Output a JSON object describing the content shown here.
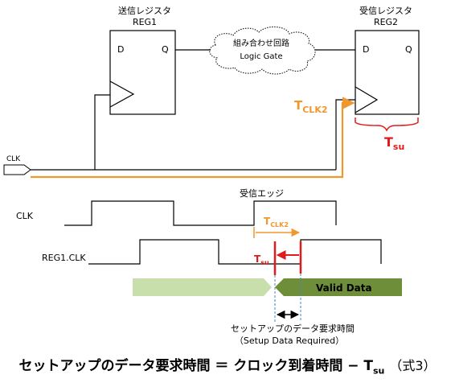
{
  "colors": {
    "accent_orange": "#F0972E",
    "accent_red": "#E01B1B",
    "valid_dark": "#6F8E3A",
    "invalid_light": "#C8DEAB",
    "line": "#000000",
    "dashed_guide": "#4A86C8"
  },
  "reg1": {
    "title_jp": "送信レジスタ",
    "name": "REG1",
    "d_pin": "D",
    "q_pin": "Q"
  },
  "reg2": {
    "title_jp": "受信レジスタ",
    "name": "REG2",
    "d_pin": "D",
    "q_pin": "Q"
  },
  "logic": {
    "line1": "組み合わせ回路",
    "line2": "Logic Gate"
  },
  "clk_input_label": "CLK",
  "labels": {
    "tclk2_main": "T",
    "tclk2_sub": "CLK2",
    "tsu_main": "T",
    "tsu_sub": "su"
  },
  "timing": {
    "edge_label": "受信エッジ",
    "clk_label": "CLK",
    "reg1clk_label": "REG1.CLK",
    "tclk2_main": "T",
    "tclk2_sub": "CLK2",
    "tsu_main": "T",
    "tsu_sub": "su",
    "valid_data": "Valid Data",
    "req_line1": "セットアップのデータ要求時間",
    "req_line2": "（Setup Data Required）"
  },
  "equation": {
    "left": "セットアップのデータ要求時間 ＝ クロック到着時間 − T",
    "sub": "su",
    "note": "（式3）"
  }
}
